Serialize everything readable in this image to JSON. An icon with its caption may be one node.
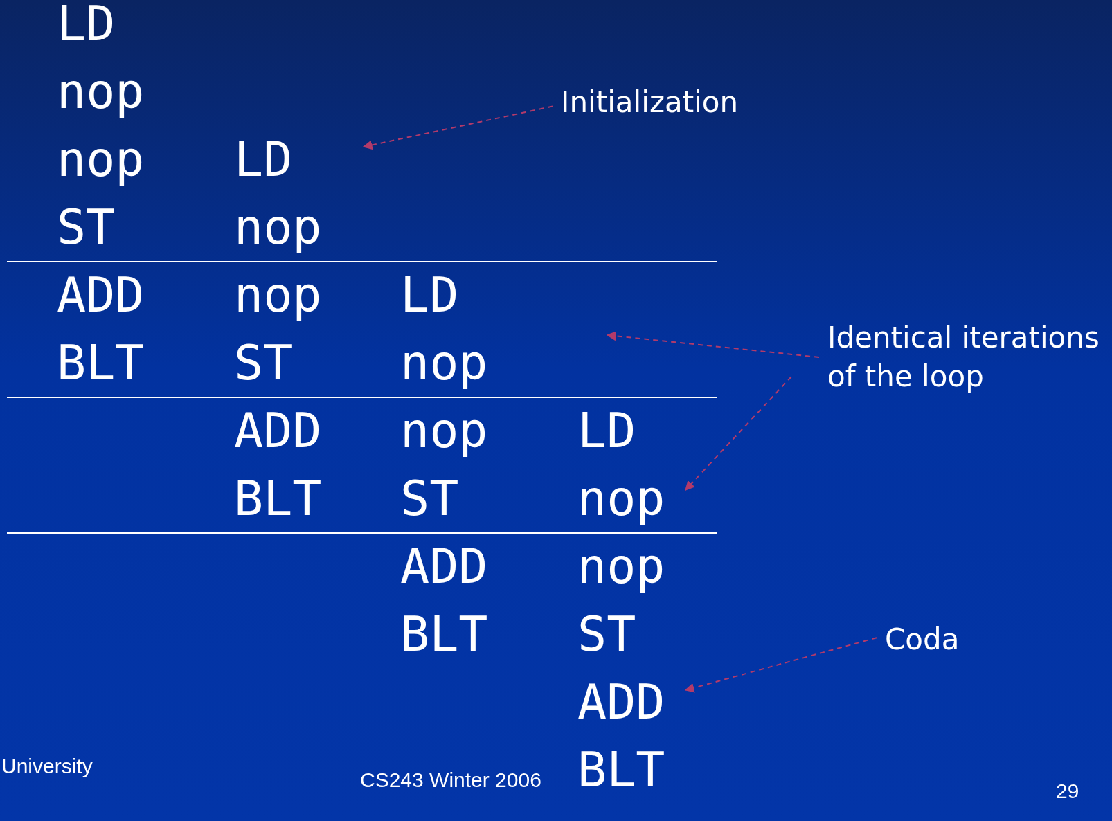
{
  "diagram": {
    "nodes": [
      {
        "text": [
          "Initialization"
        ]
      },
      {
        "text": [
          "Identical iterations of the loop"
        ]
      },
      {
        "text": [
          "Coda"
        ]
      }
    ],
    "edges": [
      {
        "from": 0,
        "to": null,
        "arrow": "to",
        "style": "dashed"
      },
      {
        "from": 1,
        "to": null,
        "arrow": "to",
        "style": "dashed"
      },
      {
        "from": 1,
        "to": null,
        "arrow": "to",
        "style": "dashed"
      },
      {
        "from": 2,
        "to": null,
        "arrow": "to",
        "style": "dashed"
      }
    ],
    "labels": [
      "LD",
      "nop",
      "nop",
      "LD",
      "ST",
      "nop",
      "ADD",
      "nop",
      "LD",
      "BLT",
      "ST",
      "nop",
      "ADD",
      "nop",
      "LD",
      "BLT",
      "ST",
      "nop",
      "ADD",
      "nop",
      "BLT",
      "ST",
      "ADD",
      "BLT",
      "University",
      "CS243 Winter 2006",
      "29"
    ]
  }
}
